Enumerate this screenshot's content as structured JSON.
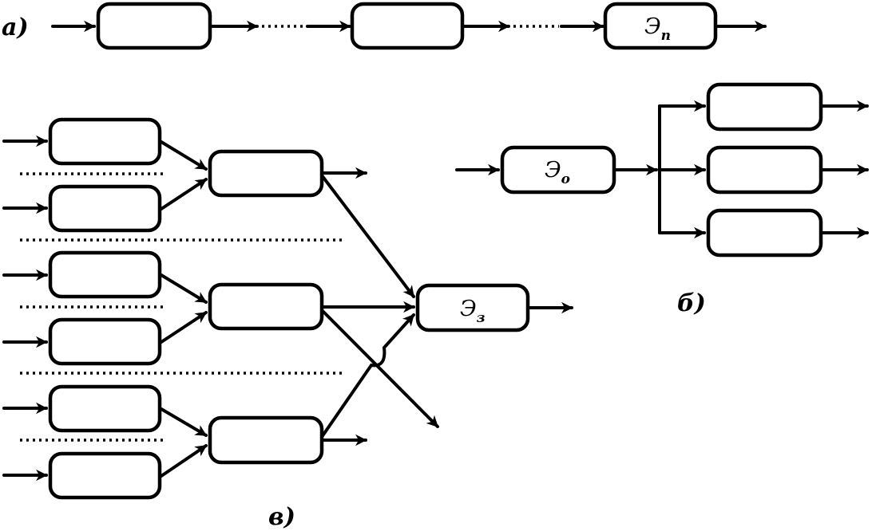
{
  "panels": {
    "a": {
      "label": "a)",
      "element": {
        "main": "Э",
        "sub": "п"
      }
    },
    "b": {
      "label": "б)",
      "element": {
        "main": "Э",
        "sub": "о"
      }
    },
    "c": {
      "label": "в)",
      "element": {
        "main": "Э",
        "sub": "з"
      }
    }
  }
}
